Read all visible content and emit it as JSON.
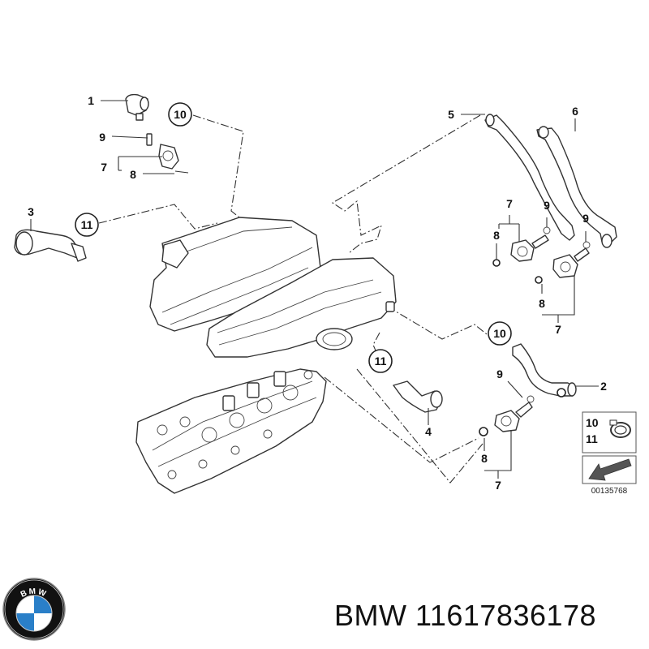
{
  "callouts": {
    "c1": "1",
    "c2": "2",
    "c3": "3",
    "c4": "4",
    "c5": "5",
    "c6": "6",
    "c7": "7",
    "c8": "8",
    "c9": "9",
    "c10": "10",
    "c11": "11"
  },
  "legend": {
    "item_a": "10",
    "item_b": "11",
    "reference": "00135768"
  },
  "footer": {
    "brand": "BMW",
    "part_number": "11617836178"
  },
  "logo": {
    "text": "BMW",
    "colors": {
      "blue": "#2a7fc8",
      "black": "#111111",
      "white": "#ffffff"
    }
  }
}
